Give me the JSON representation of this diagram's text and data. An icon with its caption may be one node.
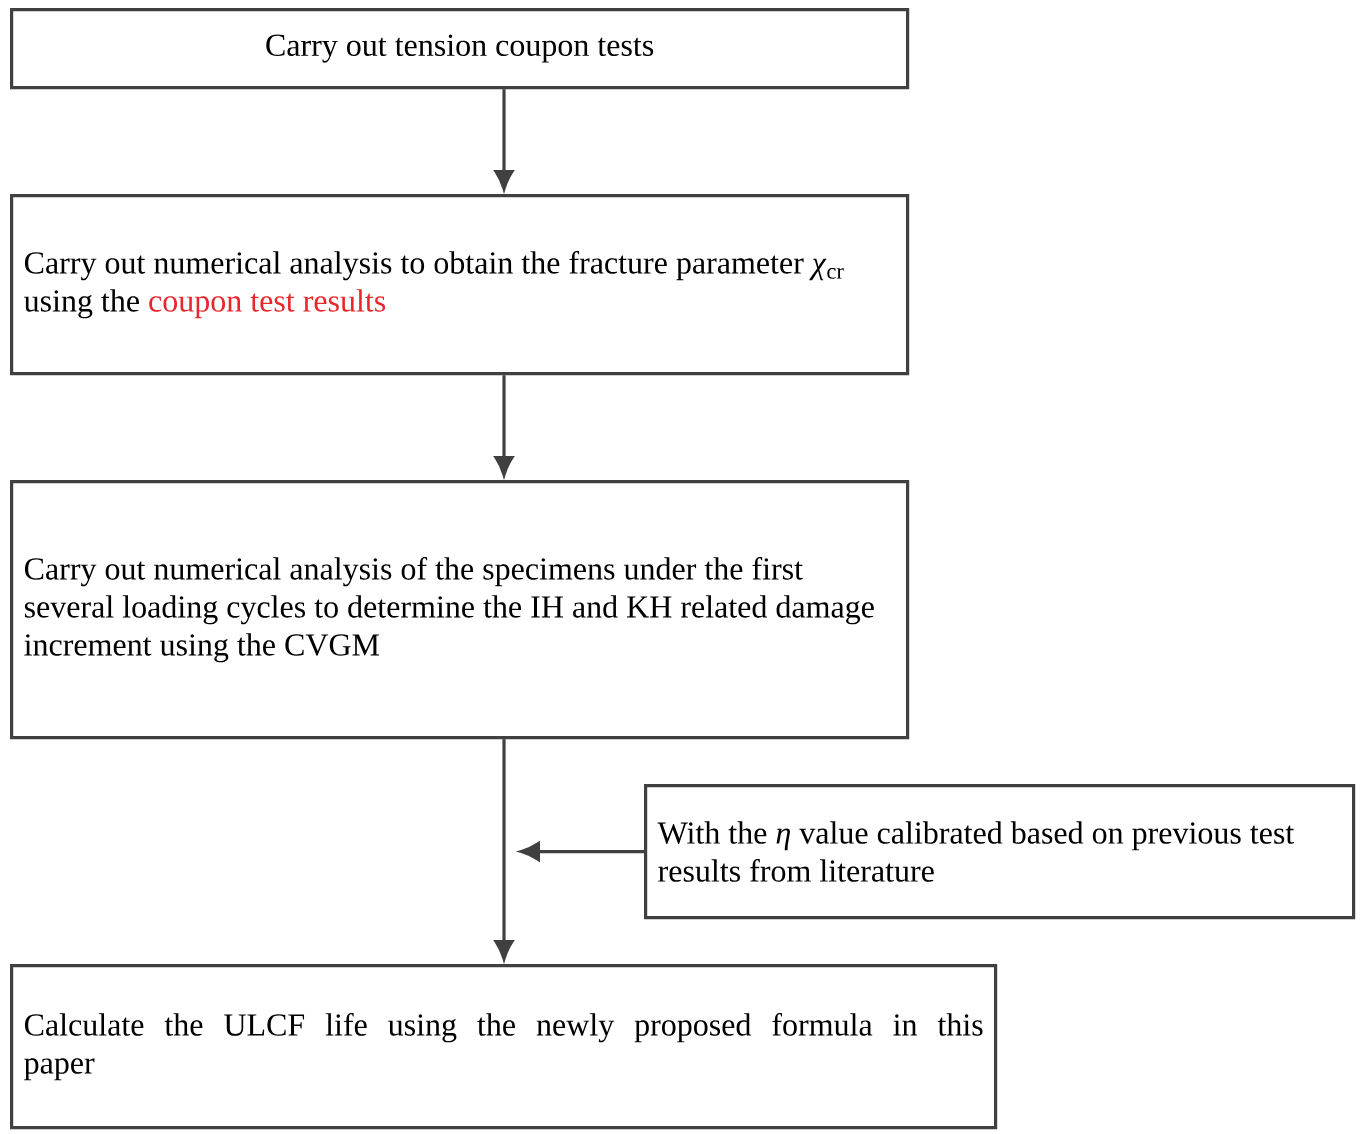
{
  "diagram": {
    "nodes": [
      {
        "text": [
          "Carry out tension coupon tests"
        ]
      },
      {
        "text": [
          "Carry out numerical analysis to obtain the fracture parameter *χ*$_{cr}$ using the",
          "coupon test results"
        ]
      },
      {
        "text": [
          "Carry out numerical analysis of the specimens under the first several loading cycles to determine the IH and KH related damage increment using the CVGM"
        ]
      },
      {
        "text": [
          "With the *η* value calibrated based on previous test results from literature"
        ]
      },
      {
        "text": [
          "Calculate the ULCF life using the newly proposed formula in this paper"
        ]
      }
    ],
    "edges": [
      {
        "from": 0,
        "to": 1,
        "arrow": "to"
      },
      {
        "from": 1,
        "to": 2,
        "arrow": "to"
      },
      {
        "from": 2,
        "to": 4,
        "arrow": "to"
      },
      {
        "from": 3,
        "to": null,
        "arrow": "to"
      }
    ]
  }
}
